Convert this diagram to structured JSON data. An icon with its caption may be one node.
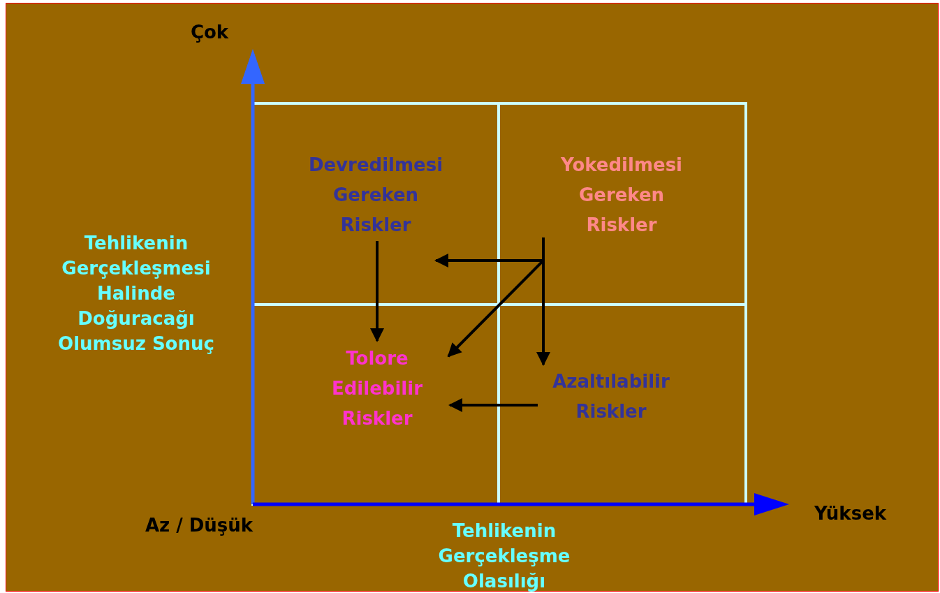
{
  "diagram": {
    "nodes": [
      {
        "text": [
          "Devredilmesi Gereken Riskler"
        ]
      },
      {
        "text": [
          "Yokedilmesi Gereken Riskler"
        ]
      },
      {
        "text": [
          "Tolore Edilebilir Riskler"
        ]
      },
      {
        "text": [
          "Azaltılabilir Riskler"
        ]
      }
    ],
    "edges": [
      {
        "from": 1,
        "to": 0,
        "arrow": "to"
      },
      {
        "from": 1,
        "to": 2,
        "arrow": "to"
      },
      {
        "from": 1,
        "to": 3,
        "arrow": "to"
      },
      {
        "from": 0,
        "to": 2,
        "arrow": "to"
      },
      {
        "from": 3,
        "to": 2,
        "arrow": "to"
      }
    ],
    "labels": [
      "Çok",
      "Tehlikenin Gerçekleşmesi Halinde Doğuracağı Olumsuz Sonuç",
      "Az / Düşük",
      "Yüksek",
      "Tehlikenin Gerçekleşme Olasılığı"
    ]
  }
}
